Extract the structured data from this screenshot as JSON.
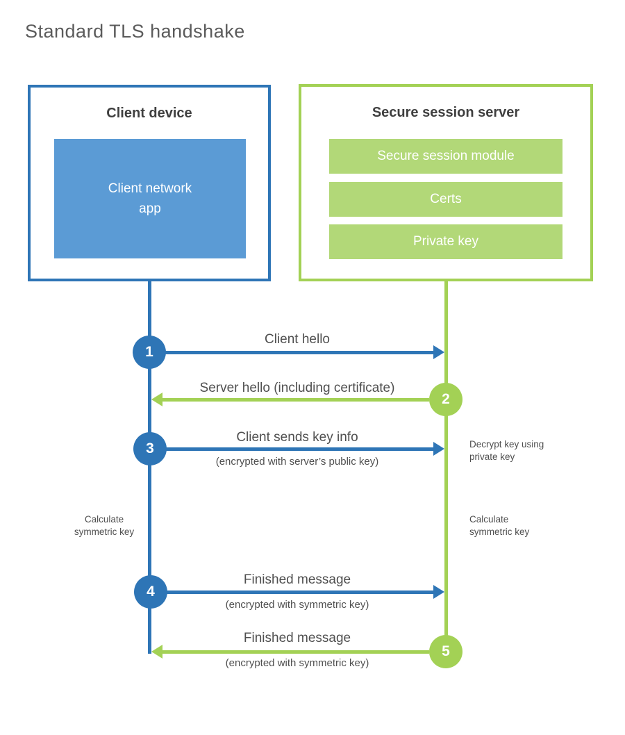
{
  "title": "Standard TLS handshake",
  "colors": {
    "blue": "#2E75B6",
    "blue_fill": "#5B9BD5",
    "green": "#A3D155",
    "green_fill": "#B2D878",
    "heading_text": "#3F3F3F",
    "body_text": "#4F4F4F"
  },
  "client_box": {
    "title": "Client device",
    "app_label": "Client network\napp"
  },
  "server_box": {
    "title": "Secure session server",
    "modules": [
      "Secure session module",
      "Certs",
      "Private key"
    ]
  },
  "steps": [
    {
      "num": "1",
      "from": "client",
      "direction": "right",
      "label": "Client hello",
      "sub": ""
    },
    {
      "num": "2",
      "from": "server",
      "direction": "left",
      "label": "Server hello (including certificate)",
      "sub": ""
    },
    {
      "num": "3",
      "from": "client",
      "direction": "right",
      "label": "Client sends key info",
      "sub": "(encrypted with server’s public key)"
    },
    {
      "num": "4",
      "from": "client",
      "direction": "right",
      "label": "Finished message",
      "sub": "(encrypted with symmetric key)"
    },
    {
      "num": "5",
      "from": "server",
      "direction": "left",
      "label": "Finished message",
      "sub": "(encrypted with symmetric key)"
    }
  ],
  "annotations": {
    "decrypt": "Decrypt key using\nprivate key",
    "calc_left": "Calculate\nsymmetric key",
    "calc_right": "Calculate\nsymmetric key"
  }
}
